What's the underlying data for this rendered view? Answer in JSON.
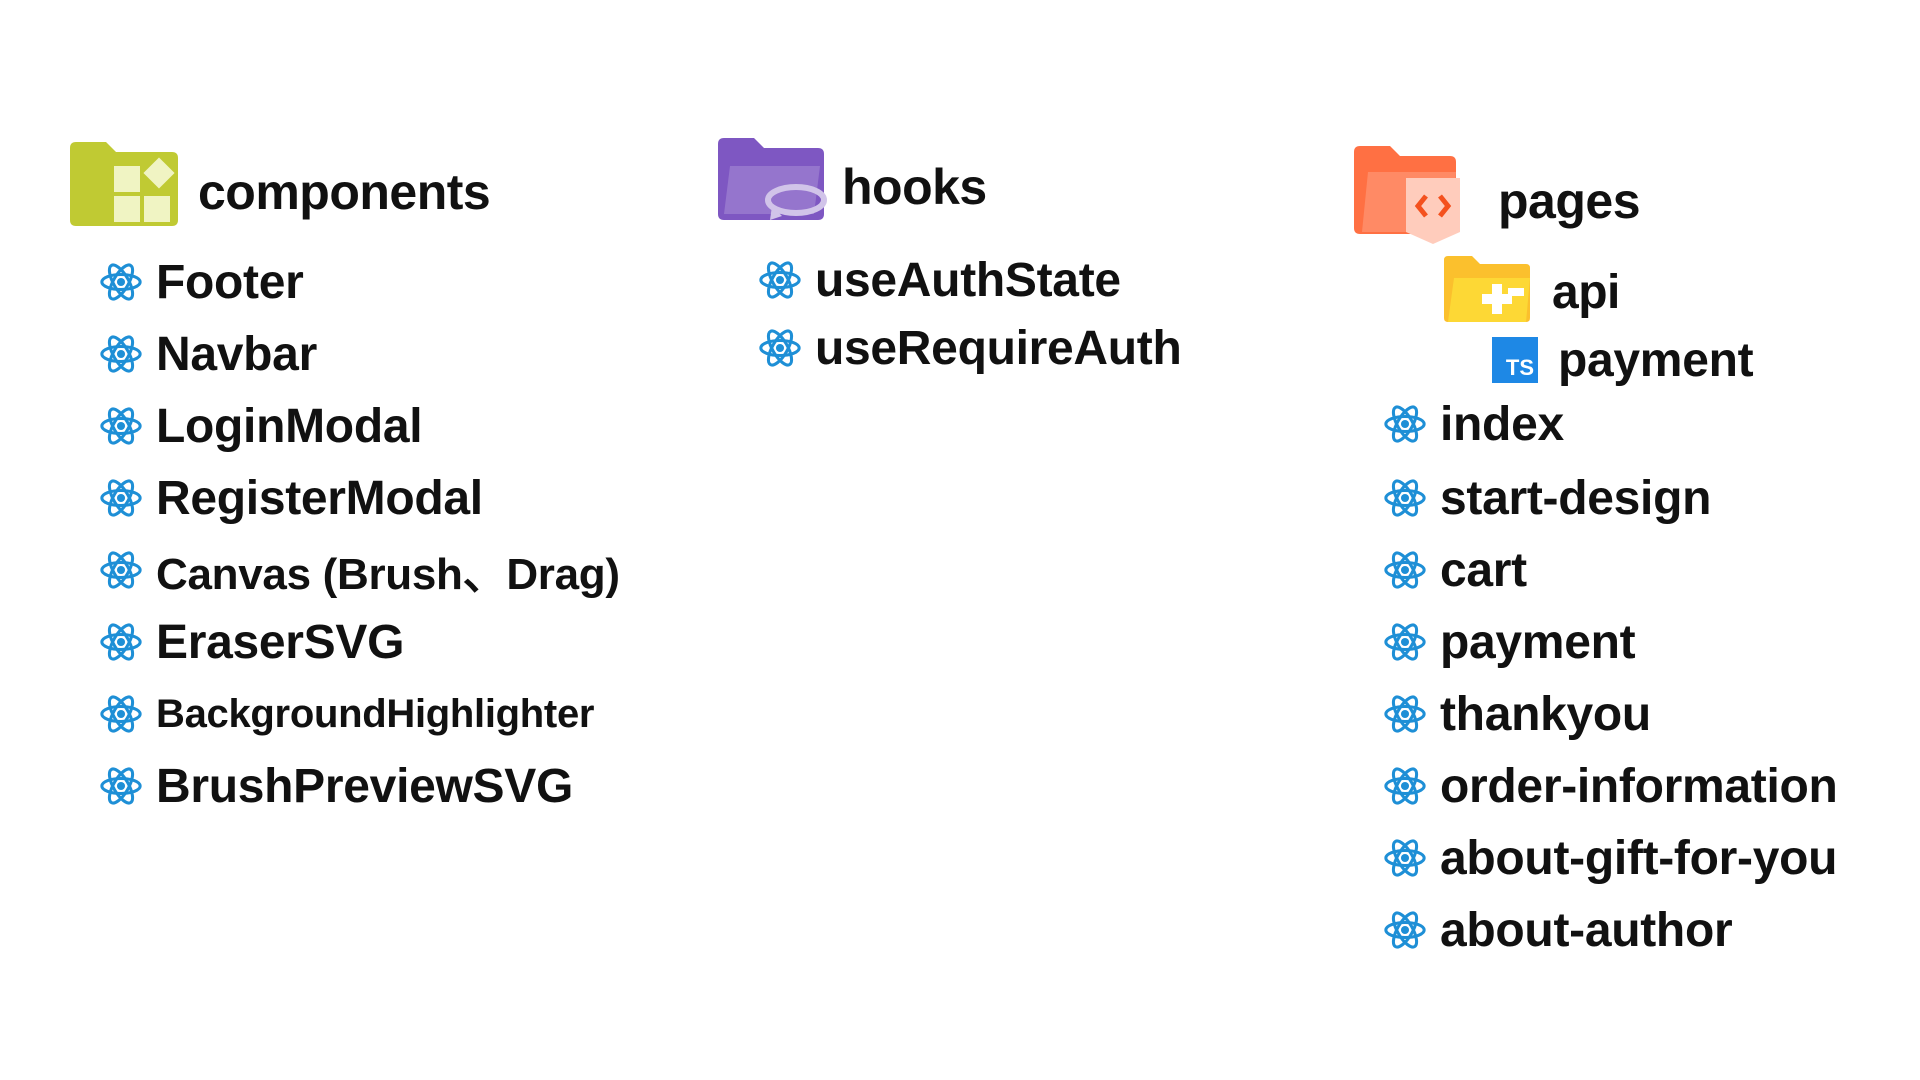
{
  "columns": {
    "components": {
      "title": "components",
      "icon": "components-folder-icon",
      "items": [
        {
          "label": "Footer"
        },
        {
          "label": "Navbar"
        },
        {
          "label": "LoginModal"
        },
        {
          "label": "RegisterModal"
        },
        {
          "label": "Canvas (Brush、Drag)"
        },
        {
          "label": "EraserSVG"
        },
        {
          "label": "BackgroundHighlighter"
        },
        {
          "label": "BrushPreviewSVG"
        }
      ]
    },
    "hooks": {
      "title": "hooks",
      "icon": "hooks-folder-icon",
      "items": [
        {
          "label": "useAuthState"
        },
        {
          "label": "useRequireAuth"
        }
      ]
    },
    "pages": {
      "title": "pages",
      "icon": "pages-folder-icon",
      "subfolder": {
        "title": "api",
        "icon": "api-folder-icon",
        "file": {
          "badge": "TS",
          "label": "payment"
        }
      },
      "items": [
        {
          "label": "index"
        },
        {
          "label": "start-design"
        },
        {
          "label": "cart"
        },
        {
          "label": "payment"
        },
        {
          "label": "thankyou"
        },
        {
          "label": "order-information"
        },
        {
          "label": "about-gift-for-you"
        },
        {
          "label": "about-author"
        }
      ]
    }
  },
  "colors": {
    "react": "#1e8fd6",
    "components_folder": "#c0ca33",
    "hooks_folder": "#7e57c2",
    "pages_folder": "#ff7043",
    "api_folder": "#fbc02d",
    "ts_badge": "#1e88e5"
  }
}
